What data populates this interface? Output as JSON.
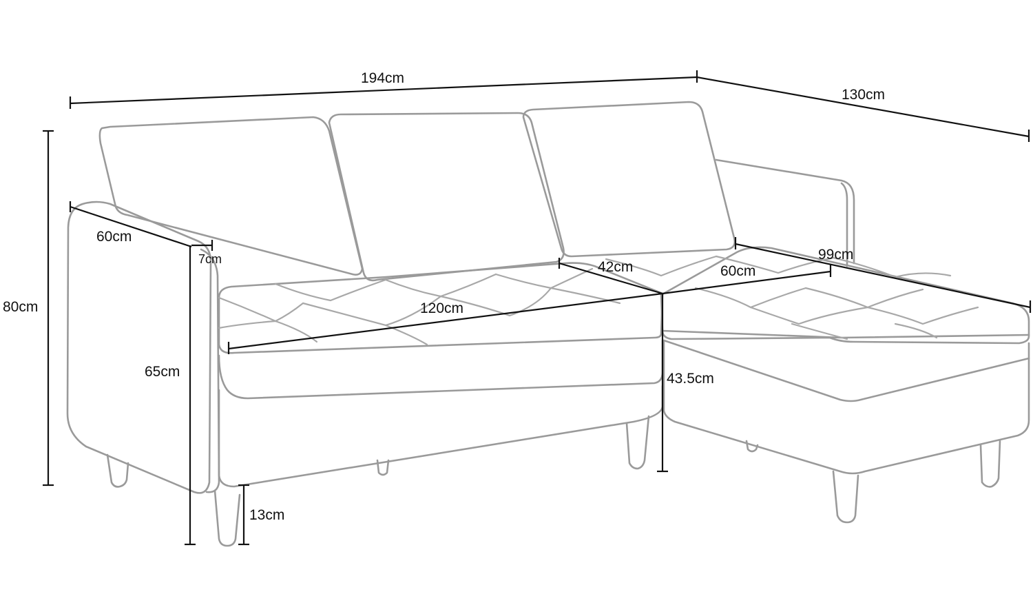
{
  "dimensions": {
    "total_width": "194cm",
    "chaise_depth_overall": "130cm",
    "total_height": "80cm",
    "arm_depth": "60cm",
    "arm_width": "7cm",
    "arm_height": "65cm",
    "leg_height": "13cm",
    "seat_width": "120cm",
    "chaise_seat_depth_from_back": "42cm",
    "chaise_seat_width": "60cm",
    "chaise_seat_length": "99cm",
    "seat_height": "43.5cm"
  },
  "colors": {
    "outline": "#9a9a9a",
    "dimension_line": "#111111",
    "background": "#ffffff"
  }
}
